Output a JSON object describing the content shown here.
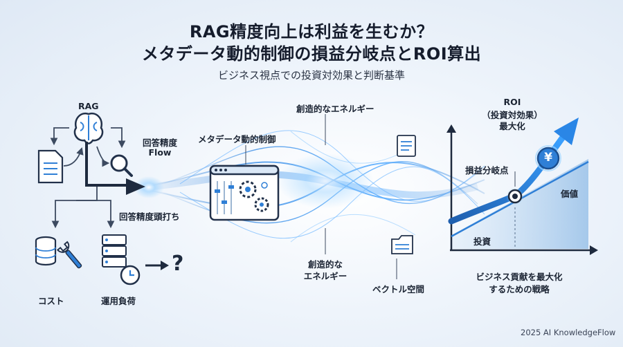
{
  "header": {
    "title_line1": "RAG精度向上は利益を生むか？",
    "title_line2": "メタデータ動的制御の損益分岐点とROI算出",
    "subtitle": "ビジネス視点での投資対効果と判断基準"
  },
  "left": {
    "rag_label": "RAG",
    "accuracy_flow_line1": "回答精度",
    "accuracy_flow_line2": "Flow",
    "plateau_label": "回答精度頭打ち",
    "cost_label": "コスト",
    "ops_label": "運用負荷",
    "question_mark": "?"
  },
  "center": {
    "metadata_label": "メタデータ動的制御",
    "energy_top_label": "創造的なエネルギー",
    "energy_bottom_line1": "創造的な",
    "energy_bottom_line2": "エネルギー",
    "vector_label": "ベクトル空間"
  },
  "right": {
    "roi_line1": "ROI",
    "roi_line2": "（投資対効果）",
    "roi_line3": "最大化",
    "breakeven_label": "損益分岐点",
    "value_label": "価値",
    "investment_label": "投資",
    "yen_symbol": "¥",
    "bottom_line1": "ビジネス貢献を最大化",
    "bottom_line2": "するための戦略"
  },
  "footer": {
    "credit": "2025 AI KnowledgeFlow"
  },
  "colors": {
    "accent": "#2f7fd6",
    "dark": "#1e2a3e",
    "glow": "#7cc3ff"
  }
}
